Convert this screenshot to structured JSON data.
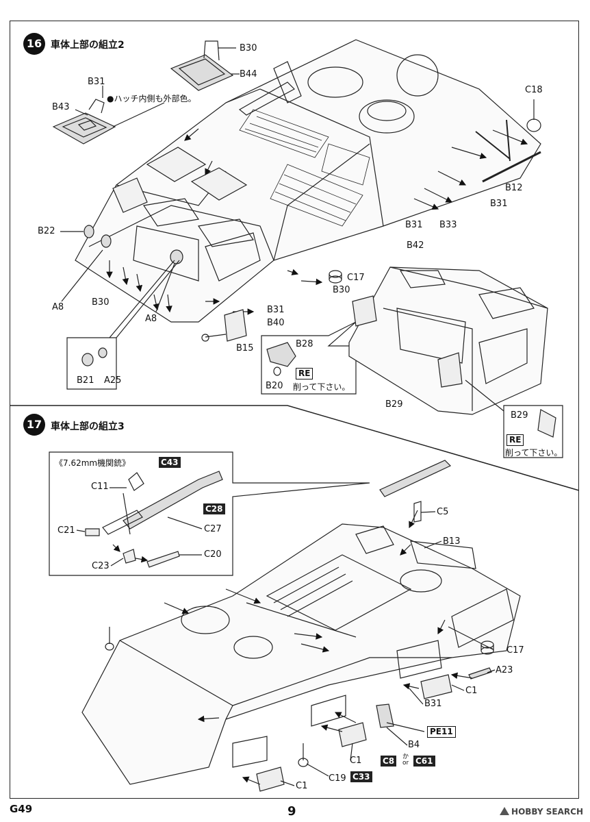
{
  "steps": [
    {
      "number": "16",
      "title": "車体上部の組立2"
    },
    {
      "number": "17",
      "title": "車体上部の組立3"
    }
  ],
  "notes": {
    "hatch_paint": "●ハッチ内側も外部色。",
    "cut_off_1": "削って下さい。",
    "cut_off_2": "削って下さい。",
    "mg_title": "《7.62mm機関銃》",
    "or_text": "か\nor"
  },
  "tags": {
    "re_1": "RE",
    "re_2": "RE",
    "c43": "C43",
    "c28": "C28",
    "pe11": "PE11",
    "c8": "C8",
    "c61": "C61",
    "c33": "C33"
  },
  "labels16": {
    "b30_top": "B30",
    "b44": "B44",
    "b31_a": "B31",
    "b43": "B43",
    "c18": "C18",
    "b12": "B12",
    "b31_b": "B31",
    "b31_c": "B31",
    "b33": "B33",
    "b22": "B22",
    "b42": "B42",
    "c17": "C17",
    "b30_mid": "B30",
    "b30_left": "B30",
    "a8_left": "A8",
    "a8_mid": "A8",
    "b31_d": "B31",
    "b40": "B40",
    "b15": "B15",
    "b28": "B28",
    "b20": "B20",
    "b21": "B21",
    "a25": "A25",
    "b29_a": "B29",
    "b29_b": "B29"
  },
  "labels17": {
    "c11": "C11",
    "c21": "C21",
    "c27": "C27",
    "c20": "C20",
    "c23": "C23",
    "c5": "C5",
    "b13": "B13",
    "c17": "C17",
    "a23": "A23",
    "c1_a": "C1",
    "b31": "B31",
    "b4": "B4",
    "c1_b": "C1",
    "c19": "C19",
    "c1_c": "C1"
  },
  "footer": {
    "code": "G49",
    "page": "9",
    "watermark": "HOBBY SEARCH"
  }
}
